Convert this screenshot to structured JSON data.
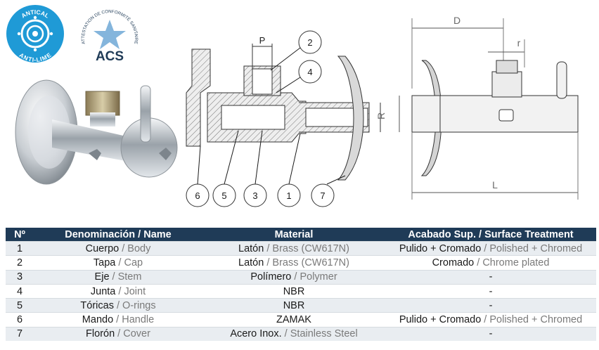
{
  "badges": {
    "antical_top": "ANTICAL",
    "antical_bottom": "ANTI-LIME",
    "acs_ring": "ATTESTATION DE CONFORMITÉ SANITAIRE",
    "acs_label": "ACS"
  },
  "callouts": [
    "2",
    "4",
    "6",
    "5",
    "3",
    "1",
    "7"
  ],
  "dimensions": {
    "p": "P",
    "r_section": "R",
    "d": "D",
    "r_small": "r",
    "l": "L"
  },
  "table": {
    "headers": {
      "no": "Nº",
      "name": "Denominación / Name",
      "material": "Material",
      "surface": "Acabado Sup. / Surface Treatment"
    },
    "rows": [
      {
        "no": "1",
        "name_es": "Cuerpo",
        "name_en": "Body",
        "mat_es": "Latón",
        "mat_en": "Brass (CW617N)",
        "sur_es": "Pulido + Cromado",
        "sur_en": "Polished + Chromed"
      },
      {
        "no": "2",
        "name_es": "Tapa",
        "name_en": "Cap",
        "mat_es": "Latón",
        "mat_en": "Brass (CW617N)",
        "sur_es": "Cromado",
        "sur_en": "Chrome plated"
      },
      {
        "no": "3",
        "name_es": "Eje",
        "name_en": "Stem",
        "mat_es": "Polímero",
        "mat_en": "Polymer",
        "sur_es": "",
        "sur_en": "-"
      },
      {
        "no": "4",
        "name_es": "Junta",
        "name_en": "Joint",
        "mat_es": "",
        "mat_en": "NBR",
        "sur_es": "",
        "sur_en": "-"
      },
      {
        "no": "5",
        "name_es": "Tóricas",
        "name_en": "O-rings",
        "mat_es": "",
        "mat_en": "NBR",
        "sur_es": "",
        "sur_en": "-"
      },
      {
        "no": "6",
        "name_es": "Mando",
        "name_en": "Handle",
        "mat_es": "",
        "mat_en": "ZAMAK",
        "sur_es": "Pulido + Cromado",
        "sur_en": "Polished + Chromed"
      },
      {
        "no": "7",
        "name_es": "Florón",
        "name_en": "Cover",
        "mat_es": "Acero Inox.",
        "mat_en": "Stainless Steel",
        "sur_es": "",
        "sur_en": "-"
      }
    ]
  }
}
